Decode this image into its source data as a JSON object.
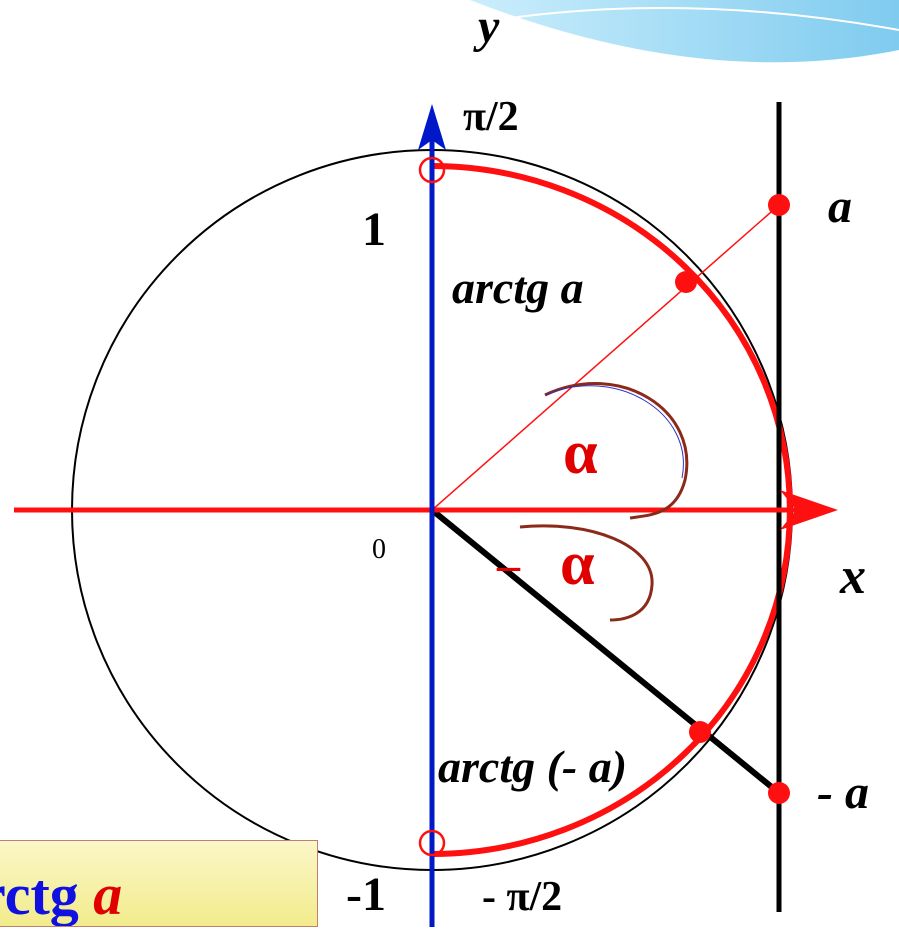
{
  "labels": {
    "y_axis": "y",
    "x_axis": "x",
    "pi_half": "π/2",
    "neg_pi_half": "- π/2",
    "one": "1",
    "neg_one": "-1",
    "origin": "0",
    "a": "a",
    "neg_a": "- a",
    "arctg_a": "arctg a",
    "arctg_neg_a": "arctg (- a)",
    "alpha": "α",
    "neg_alpha_sign": "–",
    "neg_alpha": "α"
  },
  "formula": {
    "prefix": "rctg ",
    "var": "a"
  },
  "colors": {
    "x_axis": "#ff1010",
    "y_axis": "#0018c8",
    "arc": "#ff1010",
    "tangent_line": "#000000",
    "header_swoosh": "#9ed8f5"
  }
}
